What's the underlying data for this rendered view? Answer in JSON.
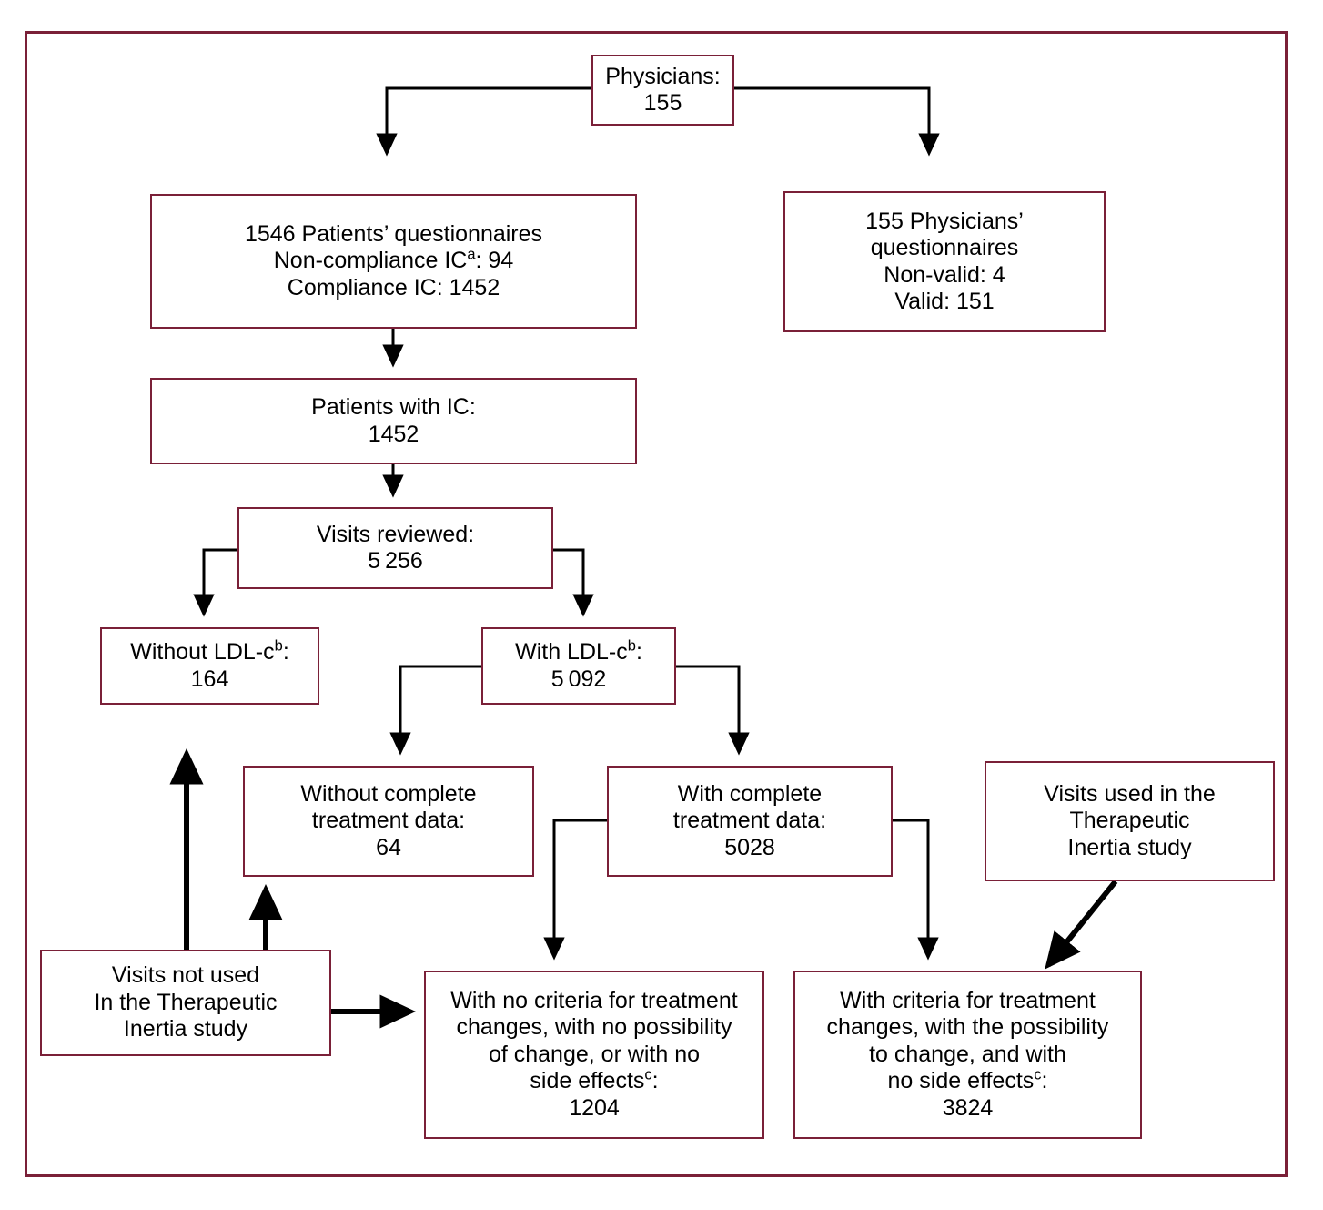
{
  "figure": {
    "type": "flowchart",
    "title": "Study flow diagram",
    "frame_color": "#7a2038",
    "box_border_color": "#7a2038",
    "line_color": "#000000",
    "background": "#ffffff"
  },
  "nodes": {
    "physicians": {
      "name": "physicians",
      "lines": [
        "Physicians:",
        "155"
      ],
      "value": 155
    },
    "patient_questionnaires": {
      "name": "patient-questionnaires",
      "lines": [
        "1546 Patients’ questionnaires",
        "Non-compliance IC",
        "Compliance IC: 1452"
      ],
      "line1": "1546 Patients’ questionnaires",
      "line2_pre": "Non-compliance IC",
      "line2_sup": "a",
      "line2_post": ": 94",
      "line3": "Compliance IC: 1452",
      "total": 1546,
      "non_compliance": 94,
      "compliance": 1452
    },
    "physician_questionnaires": {
      "name": "physician-questionnaires",
      "line1": "155 Physicians’",
      "line2": "questionnaires",
      "line3": "Non-valid: 4",
      "line4": "Valid: 151",
      "total": 155,
      "non_valid": 4,
      "valid": 151
    },
    "patients_with_ic": {
      "name": "patients-with-ic",
      "line1": "Patients with IC:",
      "line2": "1452",
      "value": 1452
    },
    "visits_reviewed": {
      "name": "visits-reviewed",
      "line1": "Visits reviewed:",
      "line2": "5 256",
      "value": 5256
    },
    "without_ldlc": {
      "name": "without-ldl-c",
      "line1_pre": "Without LDL-c",
      "line1_sup": "b",
      "line1_post": ":",
      "line2": "164",
      "value": 164
    },
    "with_ldlc": {
      "name": "with-ldl-c",
      "line1_pre": "With LDL-c",
      "line1_sup": "b",
      "line1_post": ":",
      "line2": "5 092",
      "value": 5092
    },
    "without_complete_treatment": {
      "name": "without-complete-treatment-data",
      "line1": "Without complete",
      "line2": "treatment data:",
      "line3": "64",
      "value": 64
    },
    "with_complete_treatment": {
      "name": "with-complete-treatment-data",
      "line1": "With complete",
      "line2": "treatment data:",
      "line3": "5028",
      "value": 5028
    },
    "visits_used": {
      "name": "visits-used-in-study",
      "line1": "Visits used in the",
      "line2": "Therapeutic",
      "line3": "Inertia study"
    },
    "visits_not_used": {
      "name": "visits-not-used-in-study",
      "line1": "Visits not used",
      "line2": "In the Therapeutic",
      "line3": "Inertia study"
    },
    "no_criteria": {
      "name": "no-criteria-for-treatment-changes",
      "line1": "With no criteria for treatment",
      "line2": "changes, with no possibility",
      "line3": "of change, or with no",
      "line4_pre": "side effects",
      "line4_sup": "c",
      "line4_post": ":",
      "line5": "1204",
      "value": 1204
    },
    "with_criteria": {
      "name": "with-criteria-for-treatment-changes",
      "line1": "With criteria for treatment",
      "line2": "changes, with the possibility",
      "line3": "to change, and with",
      "line4_pre": "no side effects",
      "line4_sup": "c",
      "line4_post": ":",
      "line5": "3824",
      "value": 3824
    }
  },
  "footnote_markers": [
    "a",
    "b",
    "c"
  ]
}
